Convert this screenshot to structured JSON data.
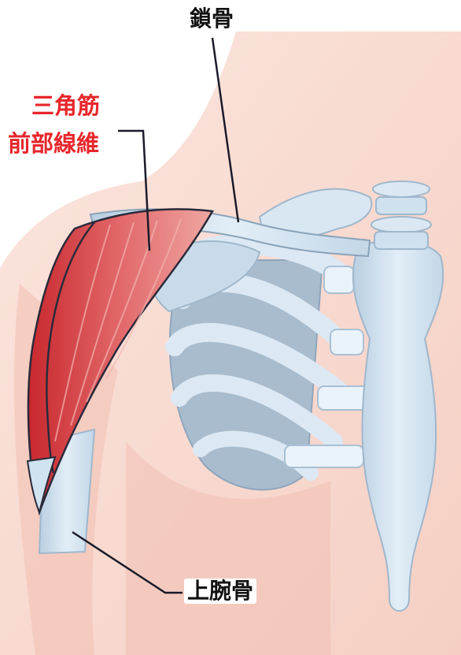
{
  "labels": {
    "clavicle": "鎖骨",
    "deltoid_line1": "三角筋",
    "deltoid_line2": "前部線維",
    "humerus": "上腕骨"
  },
  "colors": {
    "highlight_label": "#e8262b",
    "label": "#111111",
    "muscle": "#d23a40",
    "bone": "#d6e6f2",
    "skin": "#f7d3c7"
  }
}
